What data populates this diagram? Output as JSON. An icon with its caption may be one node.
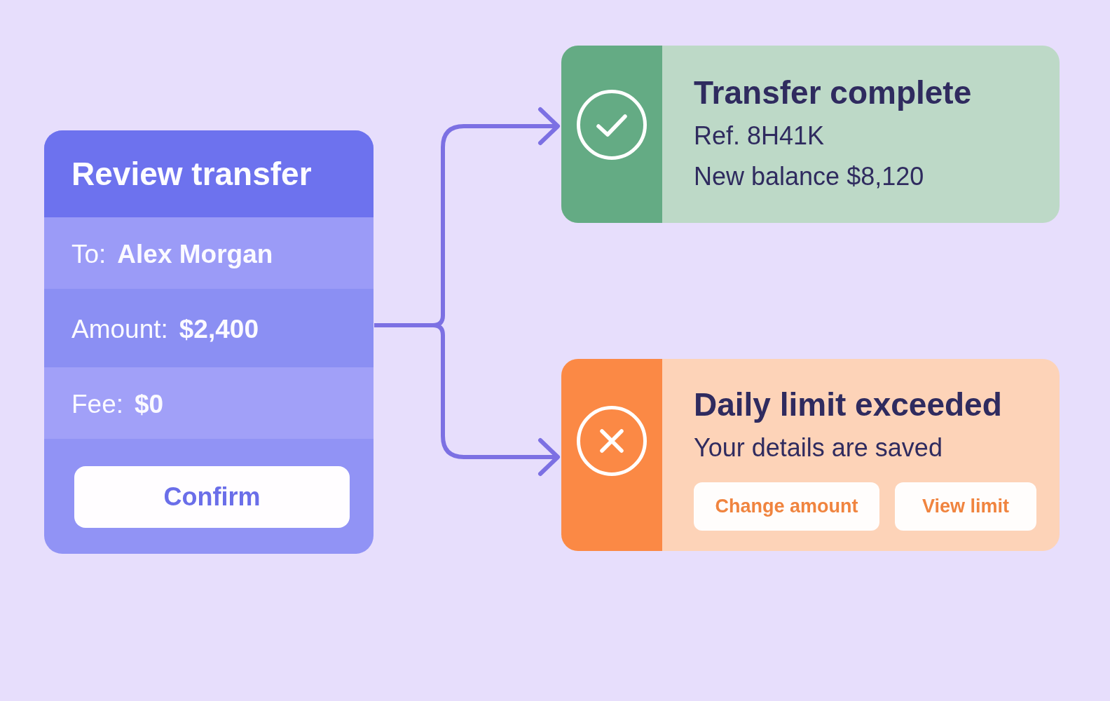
{
  "diagram": {
    "nodes": [
      {
        "text": [
          "Review transfer"
        ]
      },
      {
        "text": [
          "To:",
          "Alex Morgan"
        ],
        "in": 0
      },
      {
        "text": [
          "Amount:",
          "$2,400"
        ],
        "in": 0
      },
      {
        "text": [
          "Fee:",
          "$0"
        ],
        "in": 0
      },
      {
        "text": [
          "Confirm"
        ],
        "in": 0
      },
      {
        "text": [
          "Transfer complete",
          "Ref. 8H41K",
          "New balance $8,120"
        ]
      },
      {
        "text": [
          "Daily limit exceeded",
          "Your details are saved"
        ]
      },
      {
        "text": [
          "Change amount"
        ],
        "in": 6
      },
      {
        "text": [
          "View limit"
        ],
        "in": 6
      }
    ],
    "edges": [
      {
        "from": 0,
        "to": 5,
        "arrow": "to"
      },
      {
        "from": 0,
        "to": 6,
        "arrow": "to"
      }
    ]
  }
}
